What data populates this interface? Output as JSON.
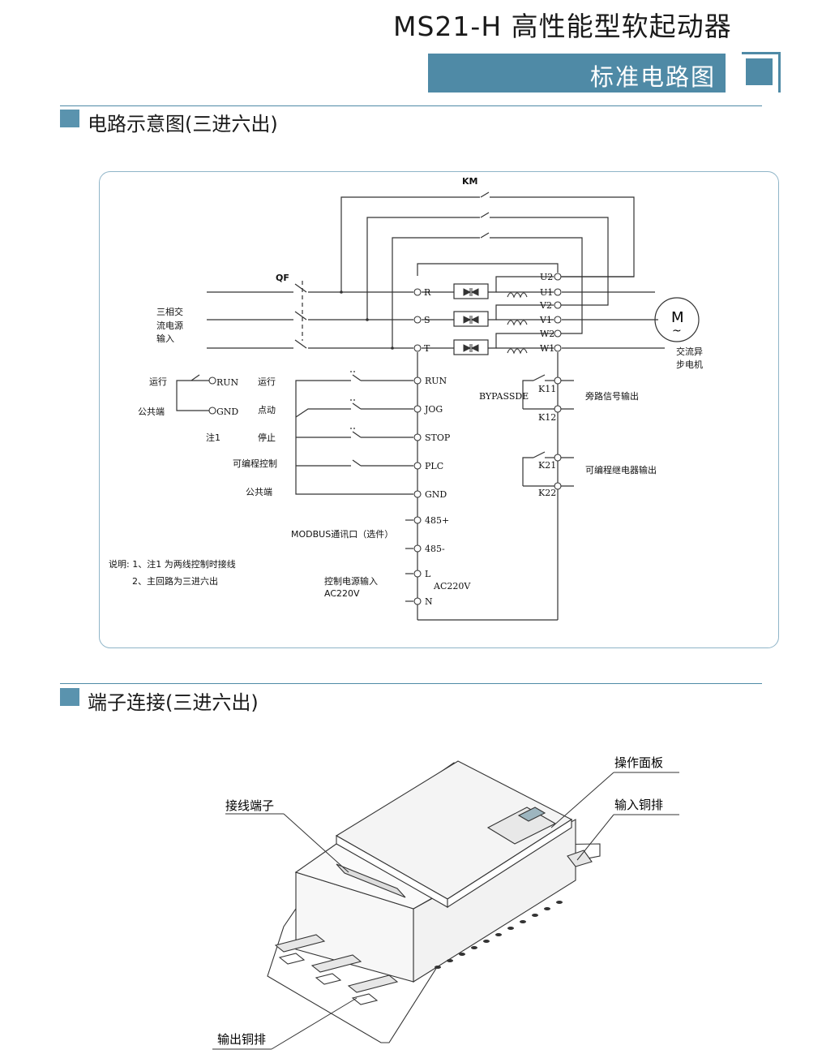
{
  "header": {
    "product_title": "MS21-H 高性能型软起动器",
    "banner_text": "标准电路图"
  },
  "sections": {
    "circuit_title": "电路示意图(三进六出)",
    "terminal_title": "端子连接(三进六出)"
  },
  "circuit": {
    "km": "KM",
    "qf": "QF",
    "supply": [
      "三相交",
      "流电源",
      "输入"
    ],
    "inputs": [
      "R",
      "S",
      "T"
    ],
    "outputs": [
      "U2",
      "U1",
      "V2",
      "V1",
      "W2",
      "W1"
    ],
    "motor_symbol": "M",
    "motor_tilde": "~",
    "motor_label": [
      "交流异",
      "步电机"
    ],
    "control_left": {
      "run": "运行",
      "common": "公共端",
      "run_term": "RUN",
      "gnd_term": "GND",
      "note1": "注1"
    },
    "control_labels": [
      "运行",
      "点动",
      "停止",
      "可编程控制",
      "公共端"
    ],
    "control_terms": [
      "RUN",
      "JOG",
      "STOP",
      "PLC",
      "GND",
      "485+",
      "485-",
      "L",
      "N"
    ],
    "modbus": "MODBUS通讯口（选件）",
    "power_input": [
      "控制电源输入",
      "AC220V"
    ],
    "ac220v": "AC220V",
    "bypass": "BYPASSDE",
    "k11": "K11",
    "k12": "K12",
    "k21": "K21",
    "k22": "K22",
    "bypass_out": "旁路信号输出",
    "relay_out": "可编程继电器输出",
    "notes": [
      "说明: 1、注1 为两线控制时接线",
      "2、主回路为三进六出"
    ]
  },
  "device": {
    "panel": "操作面板",
    "terminals": "接线端子",
    "input_busbar": "输入铜排",
    "output_busbar": "输出铜排"
  },
  "colors": {
    "accent": "#4f8aa6"
  }
}
